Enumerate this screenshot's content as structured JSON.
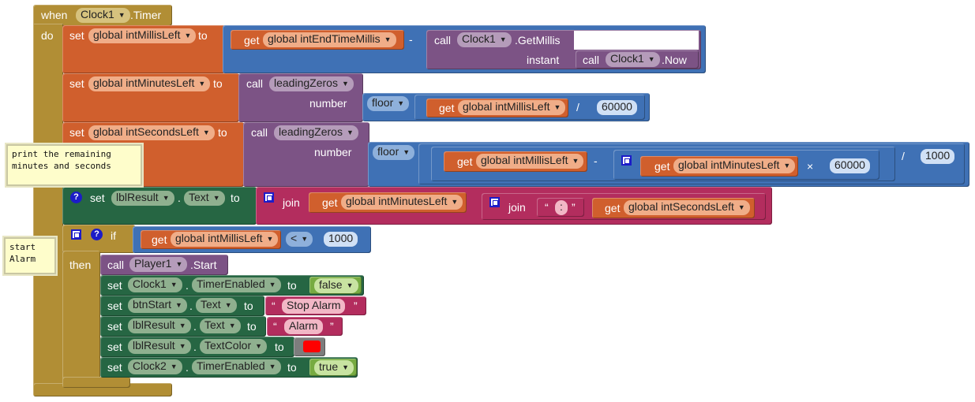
{
  "event": {
    "when": "when",
    "component": "Clock1",
    "event_name": ".Timer",
    "do": "do"
  },
  "kw": {
    "set": "set",
    "to": "to",
    "get": "get",
    "call": "call",
    "number": "number",
    "instant": "instant",
    "join": "join",
    "if": "if",
    "then": "then",
    "minus": "-",
    "divide": "/",
    "times": "×",
    "dot": ".",
    "open_quote": "“",
    "close_quote": "”"
  },
  "row1": {
    "target": "global intMillisLeft",
    "get_var": "global intEndTimeMillis",
    "comp": "Clock1",
    "method": ".GetMillis",
    "comp2": "Clock1",
    "method2": ".Now"
  },
  "row2": {
    "target": "global intMinutesLeft",
    "proc": "leadingZeros",
    "op": "floor",
    "get_var": "global intMillisLeft",
    "divisor": "60000"
  },
  "row3": {
    "target": "global intSecondsLeft",
    "proc": "leadingZeros",
    "op": "floor",
    "get_var1": "global intMillisLeft",
    "get_var2": "global intMinutesLeft",
    "factor": "60000",
    "divisor": "1000"
  },
  "row4": {
    "comp": "lblResult",
    "prop": "Text",
    "get_var1": "global intMinutesLeft",
    "sep": ":",
    "get_var2": "global intSecondsLeft"
  },
  "row5": {
    "get_var": "global intMillisLeft",
    "cmp": "<",
    "value": "1000"
  },
  "then_items": [
    {
      "kind": "call",
      "comp": "Player1",
      "method": ".Start"
    },
    {
      "comp": "Clock1",
      "prop": "TimerEnabled",
      "value": "false"
    },
    {
      "comp": "btnStart",
      "prop": "Text",
      "value": "Stop Alarm"
    },
    {
      "comp": "lblResult",
      "prop": "Text",
      "value": "Alarm"
    },
    {
      "comp": "lblResult",
      "prop": "TextColor",
      "value": "",
      "color": "#ff0000"
    },
    {
      "comp": "Clock2",
      "prop": "TimerEnabled",
      "value": "true"
    }
  ],
  "comments": {
    "c1": "print the remaining\nminutes and seconds",
    "c2": "start\nAlarm"
  },
  "colors": {
    "event": "#b18e35",
    "variable": "#d05f2d",
    "procedure": "#7c5385",
    "math": "#3f71b5",
    "text": "#b32d5e",
    "component_set": "#266643",
    "logic": "#77ab41",
    "control": "#b18e35"
  }
}
